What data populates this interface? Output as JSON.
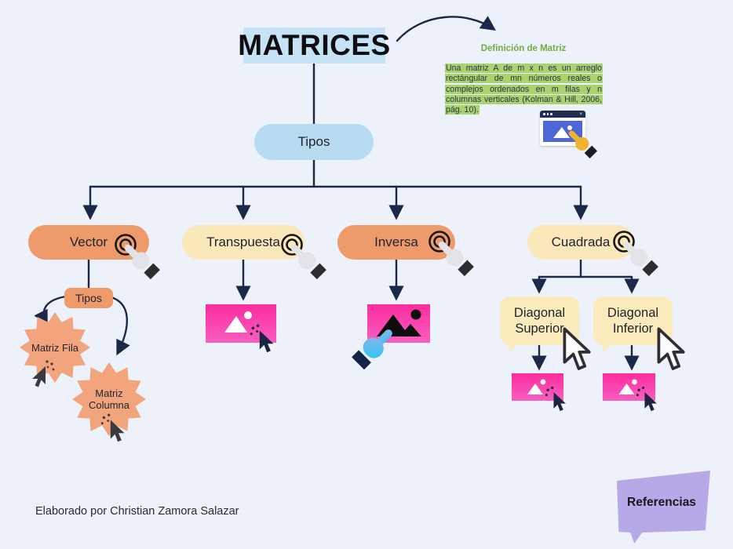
{
  "title": "MATRICES",
  "definition": {
    "heading": "Definición de Matriz",
    "text": "Una matriz A de m x n es un arreglo rectángular de mn números reales o complejos ordenados en m filas y n columnas verticales (Kolman & Hill, 2006, pág. 10)."
  },
  "root": {
    "label": "Tipos"
  },
  "branches": [
    {
      "label": "Vector",
      "style": "orange"
    },
    {
      "label": "Transpuesta",
      "style": "cream"
    },
    {
      "label": "Inversa",
      "style": "orange"
    },
    {
      "label": "Cuadrada",
      "style": "cream"
    }
  ],
  "vector_branch": {
    "sub_label": "Tipos",
    "leaves": [
      "Matriz Fila",
      "Matriz Columna"
    ]
  },
  "cuadrada_branch": {
    "children": [
      "Diagonal Superior",
      "Diagonal Inferior"
    ]
  },
  "footer": {
    "credit": "Elaborado por Christian Zamora Salazar",
    "references_label": "Referencias"
  },
  "colors": {
    "background": "#edf1f9",
    "line": "#1b2949",
    "title_highlight": "#c6e3f6",
    "node_blue": "#b7dcf1",
    "node_orange": "#ef9a6b",
    "node_cream": "#fae7ba",
    "starburst_orange": "#f2a47d",
    "image_pink_top": "#fc2b9e",
    "image_pink_bottom": "#f95fc0",
    "definition_heading_green": "#6fae3e",
    "definition_highlight_green": "#a9d36e",
    "references_purple": "#b7a9e8",
    "browser_blue": "#5166d6",
    "hand_gold": "#f0b42c",
    "hand_blue": "#27c6f2"
  }
}
